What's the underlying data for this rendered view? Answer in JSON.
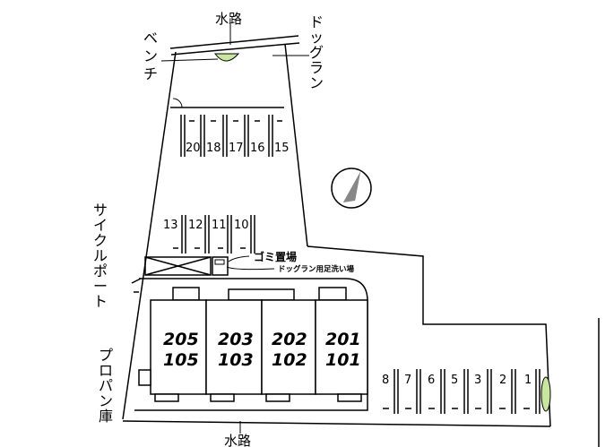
{
  "labels": {
    "water_top": "水路",
    "water_bottom": "水路",
    "bench": "ベンチ",
    "dog_run": "ドッグラン",
    "cycle_port": "サイクルポート",
    "garbage": "ゴミ置場",
    "dog_wash": "ドッグラン用足洗い場",
    "propane": "プロパン庫"
  },
  "parking_top": [
    "20",
    "18",
    "17",
    "16",
    "15"
  ],
  "parking_mid": [
    "13",
    "12",
    "11",
    "10"
  ],
  "parking_bottom": [
    "8",
    "7",
    "6",
    "5",
    "3",
    "2",
    "1"
  ],
  "units": [
    {
      "upper": "205",
      "lower": "105"
    },
    {
      "upper": "203",
      "lower": "103"
    },
    {
      "upper": "202",
      "lower": "102"
    },
    {
      "upper": "201",
      "lower": "101"
    }
  ],
  "colors": {
    "green": "#c8e6a0",
    "line": "#000000"
  }
}
